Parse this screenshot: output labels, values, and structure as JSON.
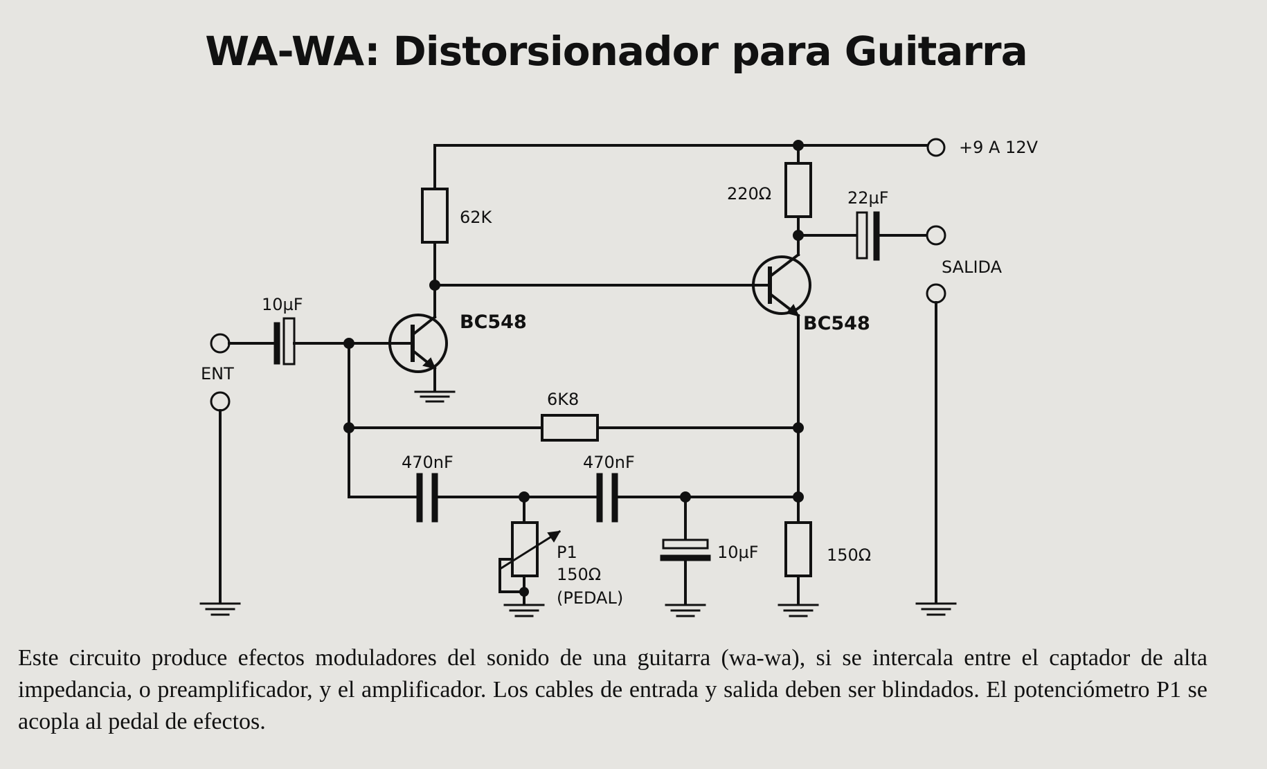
{
  "title": "WA-WA: Distorsionador para Guitarra",
  "labels": {
    "supply": "+9 A 12V",
    "r_62k": "62K",
    "r_220": "220Ω",
    "c_22uf": "22µF",
    "salida": "SALIDA",
    "c_10uf_in": "10µF",
    "ent": "ENT",
    "q1": "BC548",
    "q2": "BC548",
    "r_6k8": "6K8",
    "c_470_1": "470nF",
    "c_470_2": "470nF",
    "p1_name": "P1",
    "p1_value": "150Ω",
    "p1_note": "(PEDAL)",
    "c_10uf_gnd": "10µF",
    "r_150": "150Ω"
  },
  "caption": "Este circuito produce efectos moduladores del sonido de una guitarra (wa-wa), si se intercala entre el captador de alta impedancia, o preamplificador, y el amplificador. Los cables de entrada y salida deben ser blindados. El potenciómetro P1 se acopla al pedal de efectos."
}
